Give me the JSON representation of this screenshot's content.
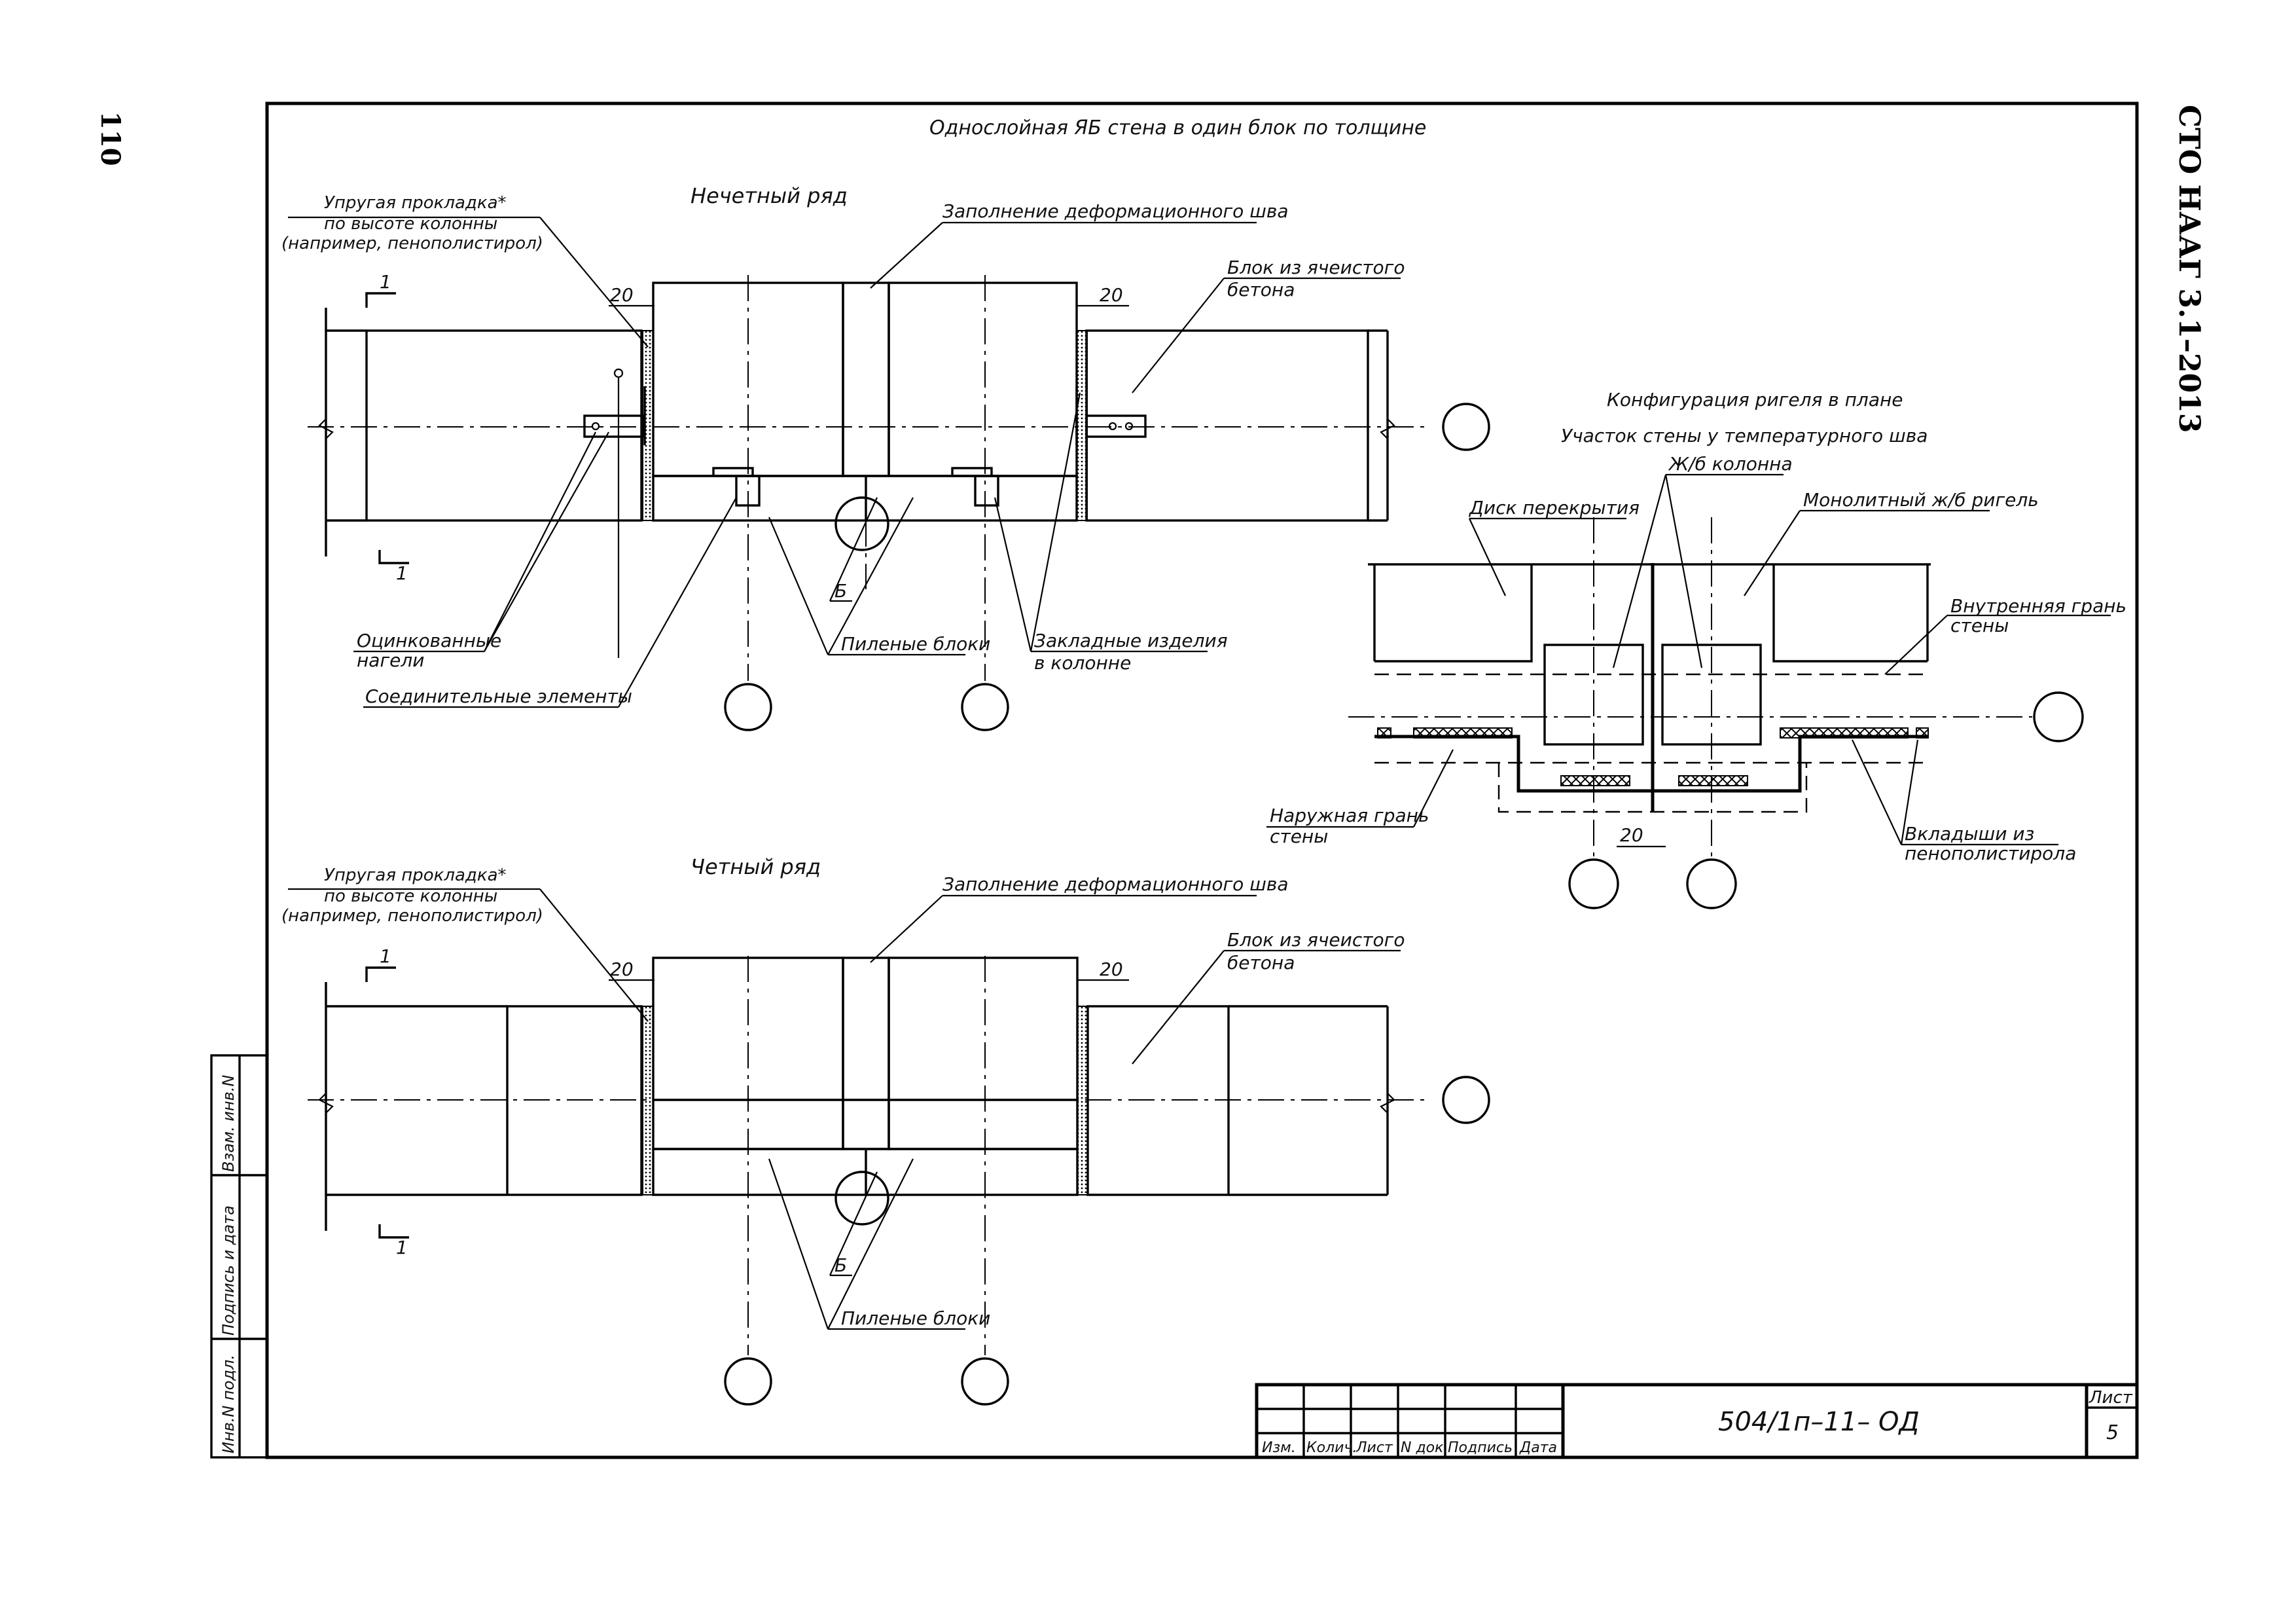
{
  "page_number": "110",
  "standard": "СТО НААГ 3.1–2013",
  "drawing_title": "Однослойная ЯБ стена в один блок по толщине",
  "odd_row": {
    "title": "Нечетный ряд",
    "elastic_pad": [
      "Упругая прокладка*",
      "по высоте колонны",
      "(например, пенополистирол)"
    ],
    "joint_fill": "Заполнение деформационного шва",
    "block": [
      "Блок из ячеистого",
      "бетона"
    ],
    "galv_dowels": [
      "Оцинкованные",
      "нагели"
    ],
    "connectors": "Соединительные элементы",
    "sawn_blocks": "Пиленые блоки",
    "embedded": [
      "Закладные изделия",
      "в колонне"
    ],
    "dim_20": "20",
    "section_mark": "1",
    "axis_b": "Б"
  },
  "even_row": {
    "title": "Четный ряд",
    "elastic_pad": [
      "Упругая прокладка*",
      "по высоте колонны",
      "(например, пенополистирол)"
    ],
    "joint_fill": "Заполнение деформационного шва",
    "block": [
      "Блок из ячеистого",
      "бетона"
    ],
    "sawn_blocks": "Пиленые блоки",
    "dim_20": "20",
    "section_mark": "1",
    "axis_b": "Б"
  },
  "plan_detail": {
    "title1": "Конфигурация ригеля в плане",
    "title2": "Участок стены у температурного шва",
    "column": "Ж/б колонна",
    "slab": "Диск перекрытия",
    "beam": "Монолитный ж/б ригель",
    "inner_face": [
      "Внутренняя грань",
      "стены"
    ],
    "outer_face": [
      "Наружная грань",
      "стены"
    ],
    "inserts": [
      "Вкладыши из",
      "пенополистирола"
    ],
    "dim_20": "20"
  },
  "side_stamp": {
    "c1": "Инв.N подл.",
    "c2": "Подпись и дата",
    "c3": "Взам. инв.N"
  },
  "title_block": {
    "headers": [
      "Изм.",
      "Колич.",
      "Лист",
      "N док.",
      "Подпись",
      "Дата"
    ],
    "code": "504/1п–11– ОД",
    "sheet_label": "Лист",
    "sheet_no": "5"
  }
}
